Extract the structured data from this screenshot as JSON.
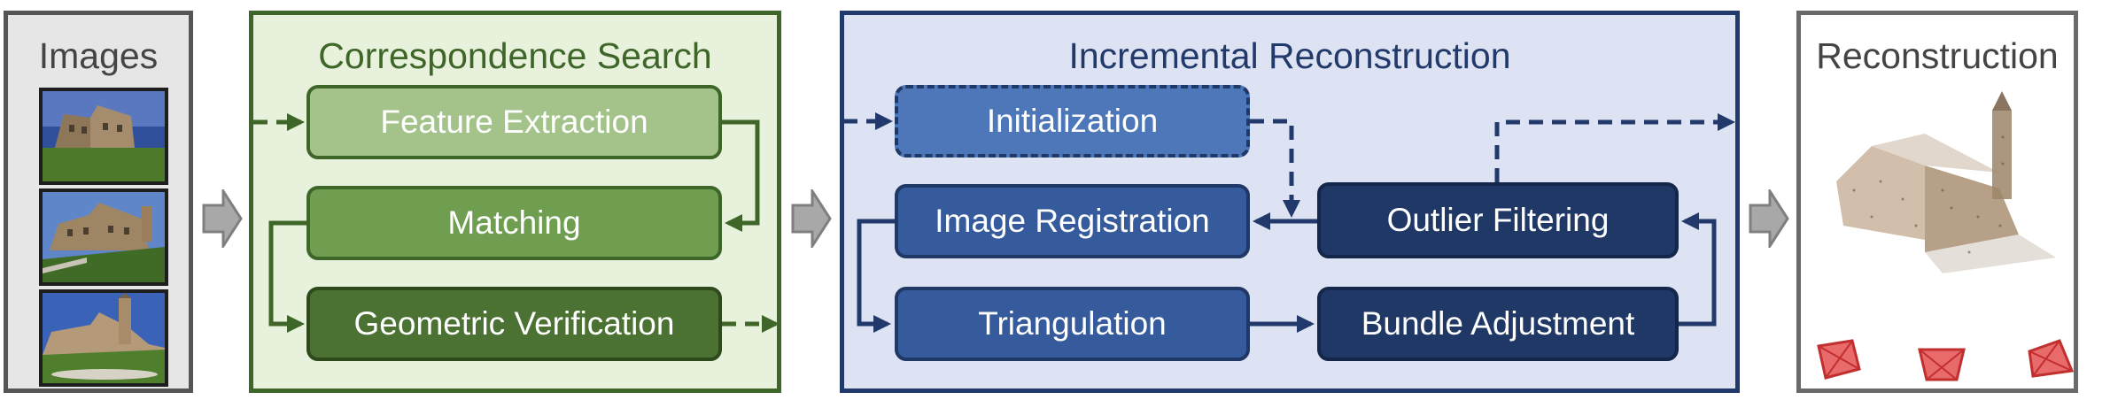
{
  "panels": {
    "images": {
      "title": "Images"
    },
    "correspondence": {
      "title": "Correspondence Search",
      "steps": {
        "feature_extraction": "Feature Extraction",
        "matching": "Matching",
        "geometric_verification": "Geometric Verification"
      }
    },
    "incremental": {
      "title": "Incremental Reconstruction",
      "steps": {
        "initialization": "Initialization",
        "image_registration": "Image Registration",
        "outlier_filtering": "Outlier Filtering",
        "triangulation": "Triangulation",
        "bundle_adjustment": "Bundle Adjustment"
      }
    },
    "reconstruction": {
      "title": "Reconstruction"
    }
  },
  "colors": {
    "images_panel_bg": "#e6e6e6",
    "images_panel_border": "#555555",
    "green_panel_bg": "#e7f1dc",
    "green_panel_border": "#3f6629",
    "green_light": "#a3c38b",
    "green_mid": "#6f9e50",
    "green_dark": "#4b7233",
    "blue_panel_bg": "#dde3f3",
    "blue_panel_border": "#223a6b",
    "blue_light": "#4d77b9",
    "blue_mid": "#365b9c",
    "blue_dark": "#1f3866",
    "camera_red": "#e04a4a"
  }
}
